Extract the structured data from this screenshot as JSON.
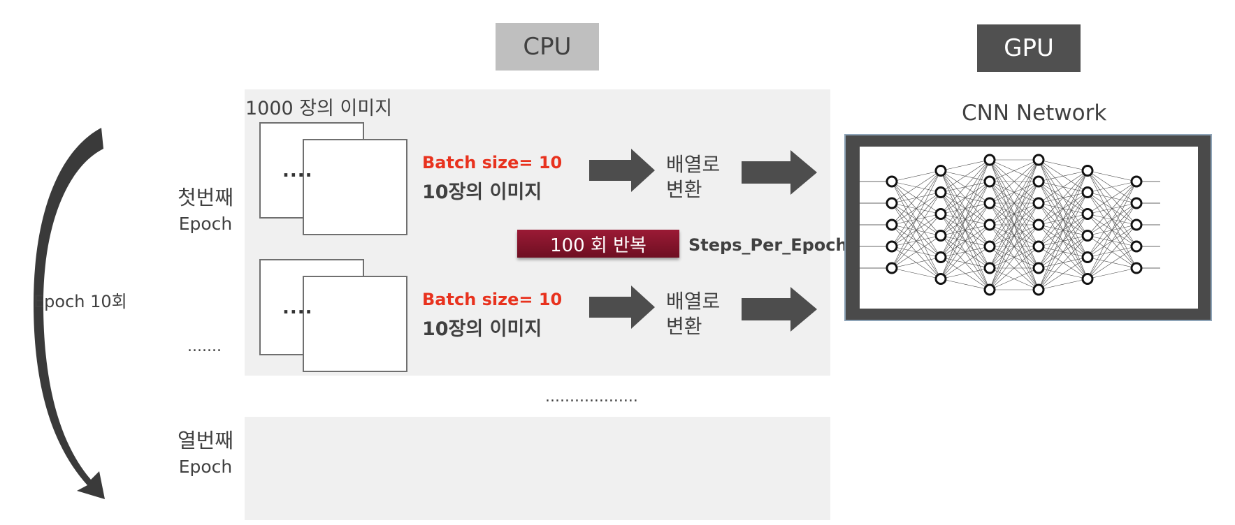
{
  "headers": {
    "cpu": "CPU",
    "gpu": "GPU"
  },
  "cpu": {
    "images_label": "1000 장의 이미지",
    "first_epoch": {
      "line1": "첫번째",
      "line2": "Epoch"
    },
    "tenth_epoch": {
      "line1": "열번째",
      "line2": "Epoch"
    },
    "mid_ellipsis": ".......",
    "bottom_ellipsis": "...................",
    "stack_dots": "....",
    "batches": [
      {
        "batch_label": "Batch size= 10",
        "images": "10장의 이미지",
        "convert": [
          "배열로",
          "변환"
        ]
      },
      {
        "batch_label": "Batch size= 10",
        "images": "10장의 이미지",
        "convert": [
          "배열로",
          "변환"
        ]
      }
    ],
    "repeat_label": "100 회 반복",
    "steps_label": "Steps_Per_Epoch"
  },
  "epoch_cycle_label": "Epoch 10회",
  "gpu": {
    "network_title": "CNN Network",
    "layers": [
      5,
      6,
      7,
      7,
      6,
      5
    ]
  },
  "colors": {
    "batch_red": "#e8321e",
    "repeat_bar": "#7d1228",
    "arrow": "#4d4d4d",
    "panel": "#f0f0f0"
  }
}
